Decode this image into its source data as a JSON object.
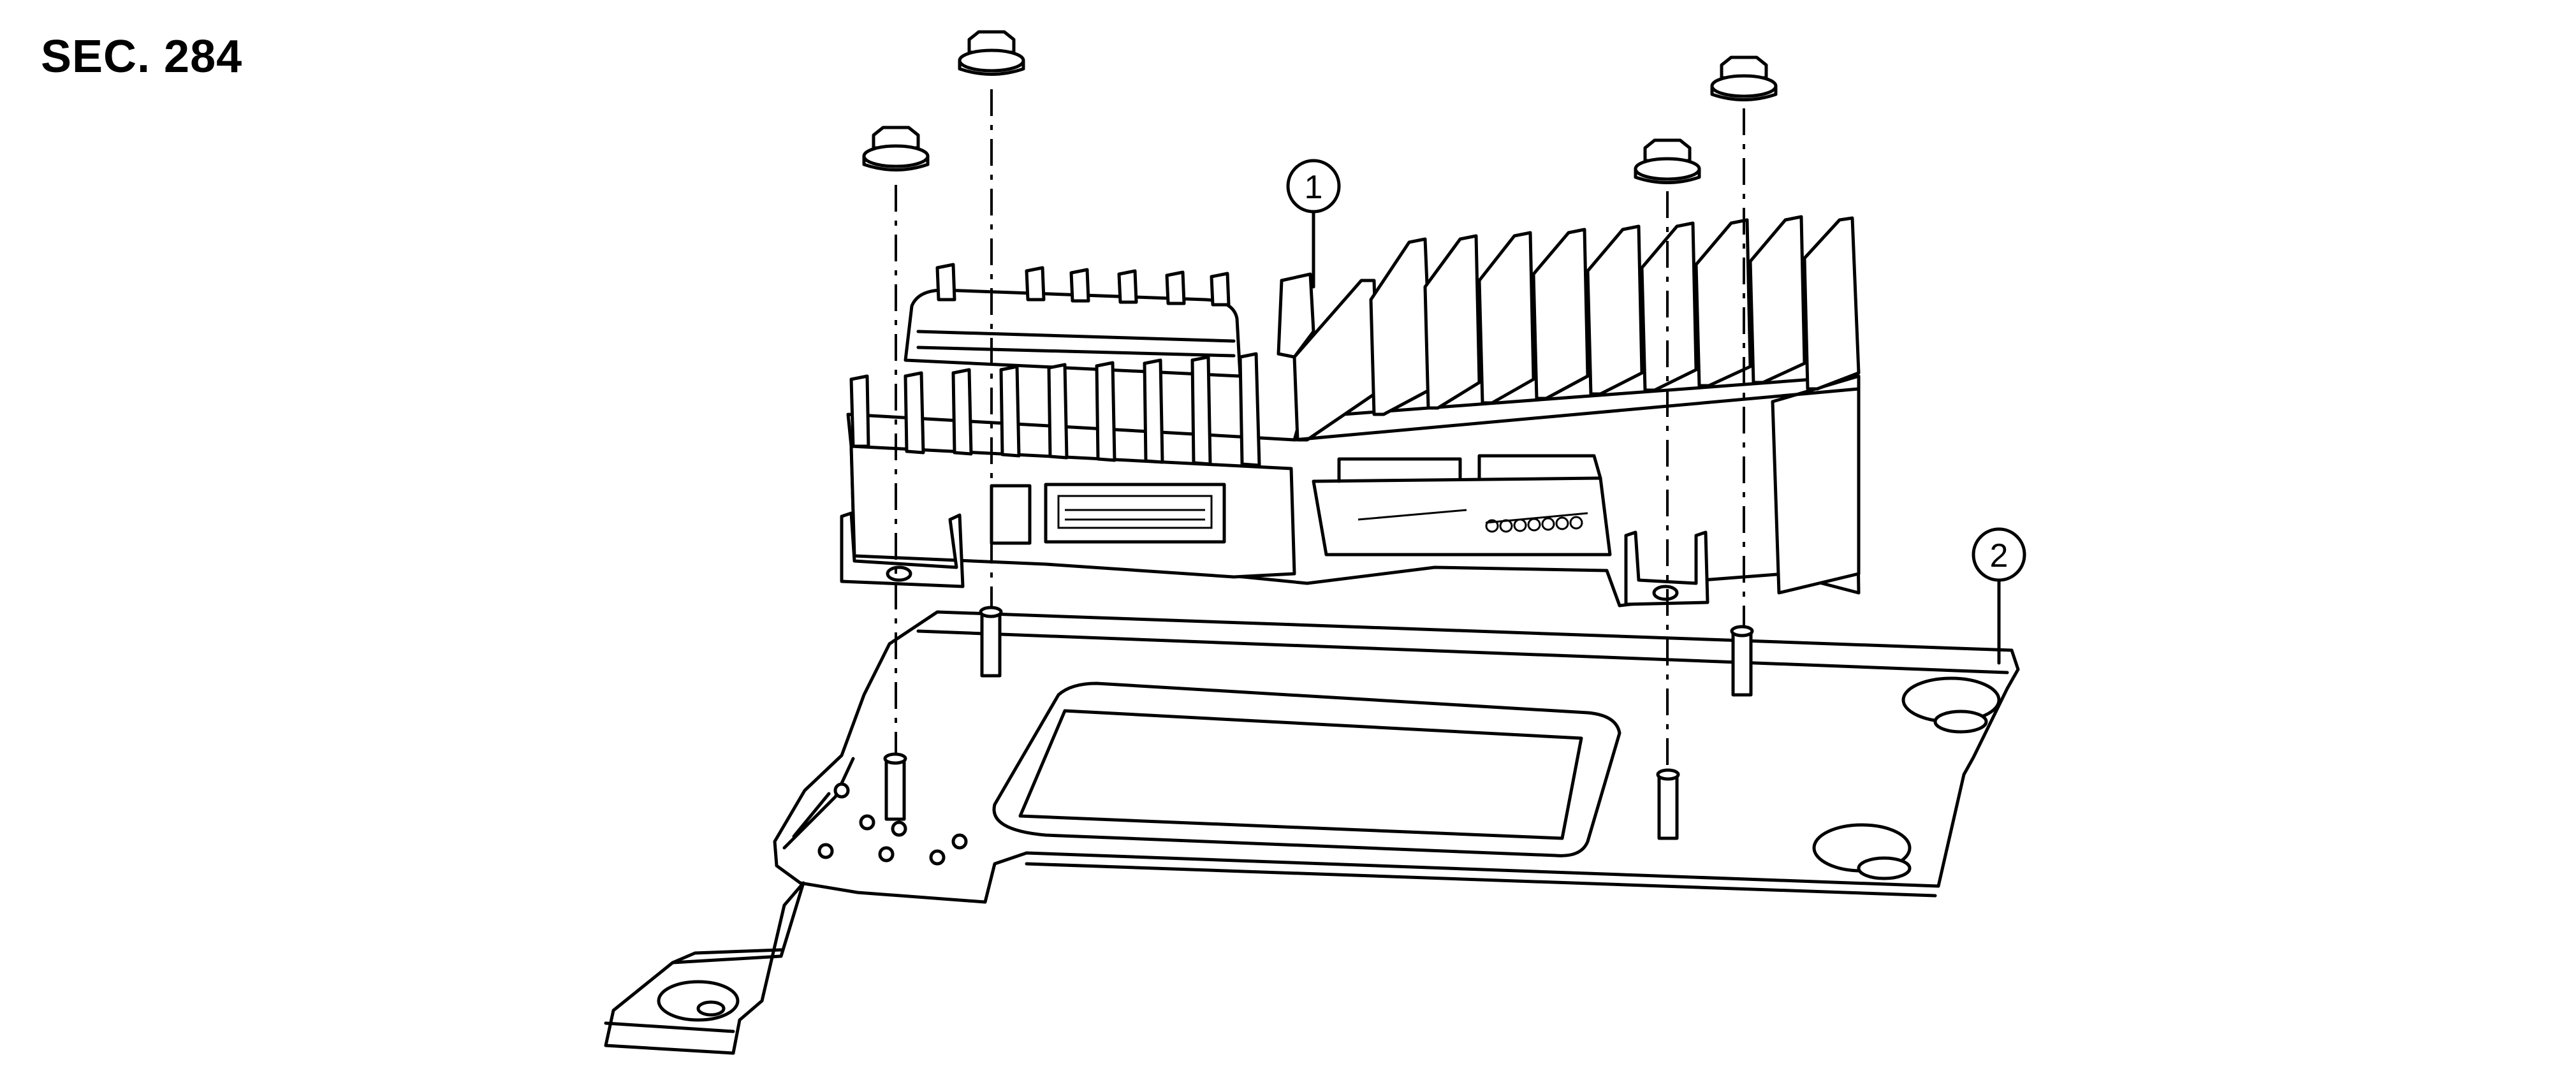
{
  "section": {
    "label": "SEC. 284"
  },
  "callouts": [
    {
      "id": "callout-1",
      "label": "1"
    },
    {
      "id": "callout-2",
      "label": "2"
    }
  ],
  "colors": {
    "line": "#000000",
    "background": "#ffffff"
  }
}
